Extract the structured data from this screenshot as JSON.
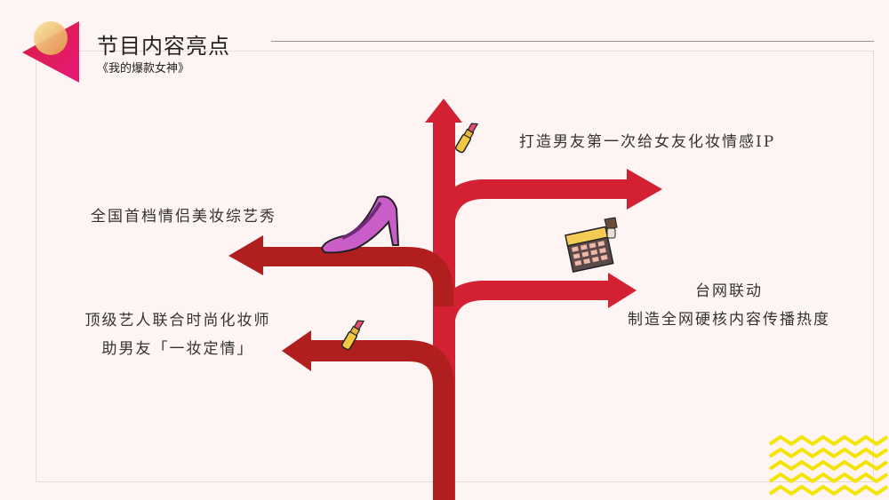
{
  "header": {
    "title": "节目内容亮点",
    "subtitle": "《我的爆款女神》"
  },
  "highlights": [
    {
      "text": "打造男友第一次给女友化妆情感IP"
    },
    {
      "text": "全国首档情侣美妆综艺秀"
    },
    {
      "line1": "台网联动",
      "line2": "制造全网硬核内容传播热度"
    },
    {
      "line1": "顶级艺人联合时尚化妆师",
      "line2": "助男友「一妆定情」"
    }
  ],
  "colors": {
    "red": "#d42033",
    "dark_red": "#b01e1e",
    "accent_yellow": "#f5e400",
    "pink": "#e6197a"
  }
}
